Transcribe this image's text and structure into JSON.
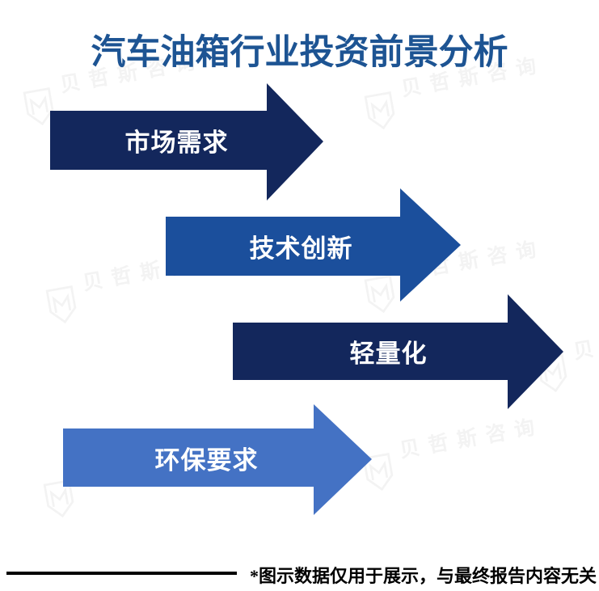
{
  "title": {
    "text": "汽车油箱行业投资前景分析",
    "color": "#1D5493"
  },
  "arrows": [
    {
      "id": "market-demand",
      "label": "市场需求",
      "color": "#13275C"
    },
    {
      "id": "tech-innovation",
      "label": "技术创新",
      "color": "#1B4F9C"
    },
    {
      "id": "lightweight",
      "label": "轻量化",
      "color": "#13275C"
    },
    {
      "id": "environmental",
      "label": "环保要求",
      "color": "#4472C4"
    }
  ],
  "watermark": {
    "text": "贝哲斯咨询",
    "logo": "shield-m-logo",
    "color": "#F3F3F3"
  },
  "footer": {
    "note": "*图示数据仅用于展示，与最终报告内容无关",
    "rule_color": "#000000"
  }
}
